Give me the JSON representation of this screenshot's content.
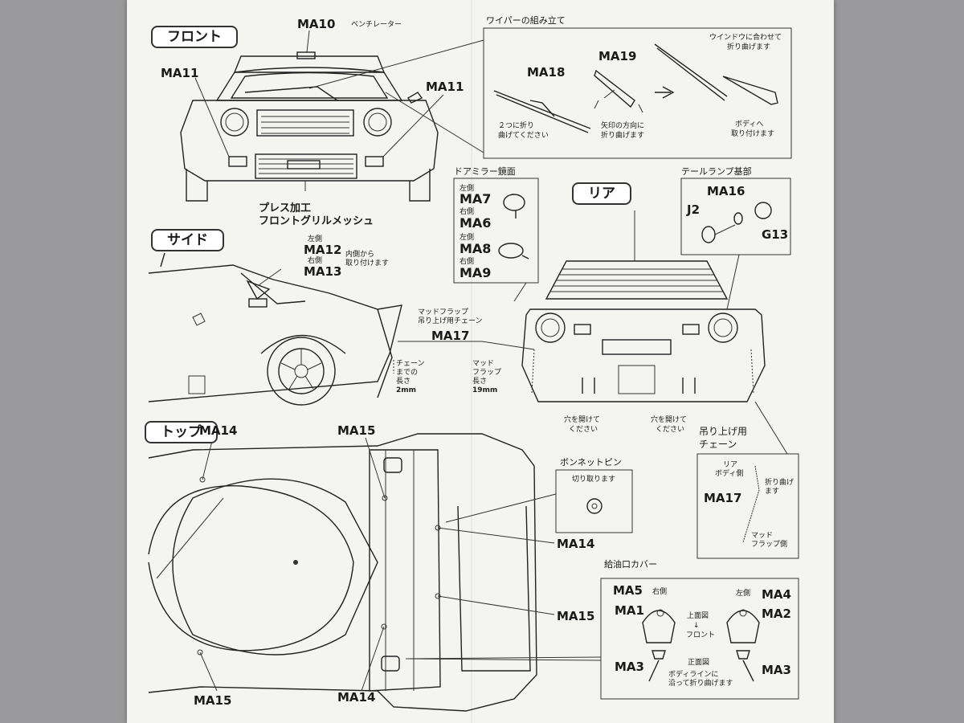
{
  "sections": {
    "front": "フロント",
    "side": "サイド",
    "top": "トップ",
    "rear": "リア"
  },
  "front": {
    "ma10": "MA10",
    "ventilator": "ベンチレーター",
    "ma11_left": "MA11",
    "ma11_right": "MA11",
    "press_1": "プレス加工",
    "press_2": "フロントグリルメッシュ"
  },
  "wiper": {
    "title": "ワイパーの組み立て",
    "ma18": "MA18",
    "ma19": "MA19",
    "fold_two_1": "２つに折り",
    "fold_two_2": "曲げてください",
    "arrow_1": "矢印の方向に",
    "arrow_2": "折り曲げます",
    "window_1": "ウインドウに合わせて",
    "window_2": "折り曲げます",
    "body_1": "ボディへ",
    "body_2": "取り付けます"
  },
  "mirror": {
    "title": "ドアミラー鏡面",
    "left1": "左側",
    "ma7": "MA7",
    "right1": "右側",
    "ma6": "MA6",
    "left2": "左側",
    "ma8": "MA8",
    "right2": "右側",
    "ma9": "MA9"
  },
  "tail": {
    "title": "テールランプ基部",
    "ma16": "MA16",
    "j2": "J2",
    "g13": "G13"
  },
  "side": {
    "left": "左側",
    "ma12": "MA12",
    "right": "右側",
    "ma13": "MA13",
    "inside_1": "内側から",
    "inside_2": "取り付けます",
    "ma17": "MA17",
    "mud_1": "マッドフラップ",
    "mud_2": "吊り上げ用チェーン",
    "chain_1": "チェーン",
    "chain_2": "までの",
    "chain_3": "長さ",
    "chain_len": "2mm",
    "flap_1": "マッド",
    "flap_2": "フラップ",
    "flap_3": "長さ",
    "flap_len": "19mm"
  },
  "rear": {
    "hole_l_1": "穴を開けて",
    "hole_l_2": "ください",
    "hole_r_1": "穴を開けて",
    "hole_r_2": "ください",
    "chain_1": "吊り上げ用",
    "chain_2": "チェーン"
  },
  "chain_detail": {
    "rear_1": "リア",
    "rear_2": "ボディ側",
    "fold_1": "折り曲げ",
    "fold_2": "ます",
    "ma17": "MA17",
    "mud_1": "マッド",
    "mud_2": "フラップ側"
  },
  "top": {
    "ma14_a": "MA14",
    "ma15_a": "MA15",
    "ma14_b": "MA14",
    "ma15_b": "MA15",
    "ma15_c": "MA15",
    "ma14_c": "MA14"
  },
  "bonnet": {
    "title": "ボンネットピン",
    "cut": "切り取ります"
  },
  "fuel": {
    "title": "給油口カバー",
    "ma5": "MA5",
    "right": "右側",
    "ma1": "MA1",
    "top_view": "上面図",
    "arrow": "↓",
    "front": "フロント",
    "left": "左側",
    "ma4": "MA4",
    "ma2": "MA2",
    "front_view": "正面図",
    "ma3_l": "MA3",
    "ma3_r": "MA3",
    "body_1": "ボディラインに",
    "body_2": "沿って折り曲げます"
  }
}
